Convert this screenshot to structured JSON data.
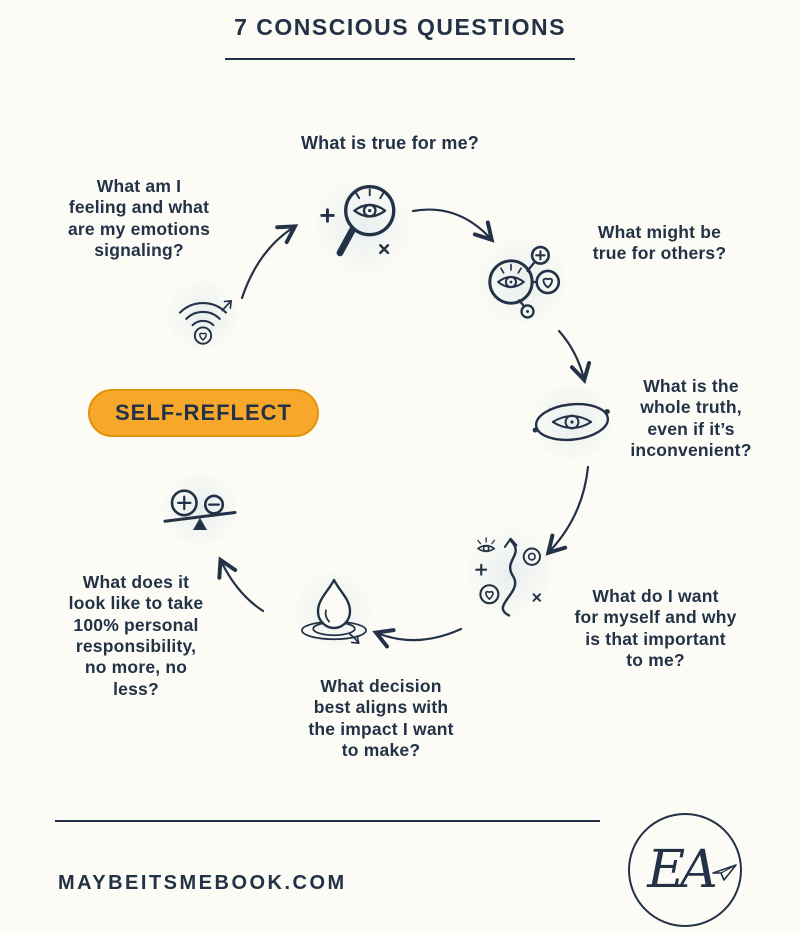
{
  "header": {
    "title": "7 CONSCIOUS QUESTIONS"
  },
  "center_label": {
    "text": "SELF-REFLECT"
  },
  "questions": [
    {
      "id": "true-for-me",
      "icon": "magnifier-eye-icon",
      "text": "What is true for me?"
    },
    {
      "id": "true-for-others",
      "icon": "connected-perspectives-icon",
      "text": "What might be\ntrue for others?"
    },
    {
      "id": "whole-truth",
      "icon": "orbit-eye-icon",
      "text": "What is the\nwhole truth,\neven if it’s\ninconvenient?"
    },
    {
      "id": "want-for-myself",
      "icon": "winding-path-icon",
      "text": "What do I want\nfor myself and why\nis that important\nto me?"
    },
    {
      "id": "decision-impact",
      "icon": "water-drop-ripple-icon",
      "text": "What decision\nbest aligns with\nthe impact I want\nto make?"
    },
    {
      "id": "responsibility",
      "icon": "balance-scale-icon",
      "text": "What does it\nlook like to take\n100% personal\nresponsibility,\nno more, no\nless?"
    },
    {
      "id": "emotions",
      "icon": "signal-heart-icon",
      "text": "What am I\nfeeling and what\nare my emotions\nsignaling?"
    }
  ],
  "footer": {
    "website": "MAYBEITSMEBOOK.COM",
    "monogram": "EA"
  },
  "colors": {
    "background": "#FCFBF5",
    "ink": "#233247",
    "accent_orange": "#F7A82A"
  }
}
